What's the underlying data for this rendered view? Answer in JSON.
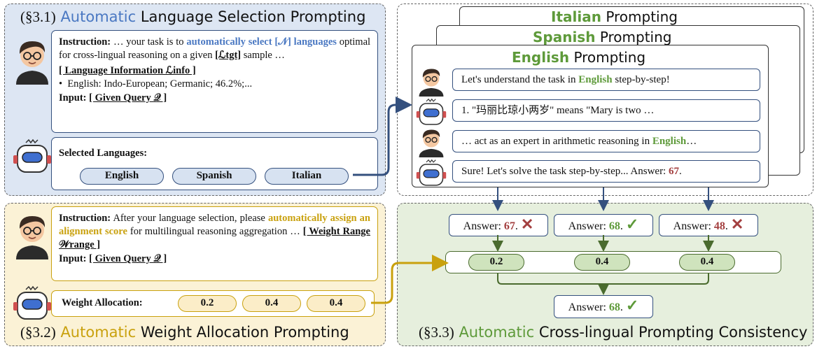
{
  "panel1": {
    "title_sec": "(§3.1)",
    "title_auto": "Automatic",
    "title_rest": "Language Selection Prompting",
    "instr_label": "Instruction:",
    "instr_t1": "… your task is to",
    "instr_hl": "automatically select [𝒩] languages",
    "instr_t2": "optimal for cross-lingual reasoning on a given",
    "instr_tgt": "[ℒtgt]",
    "instr_t3": "sample …",
    "lang_info": "[ Language Information ℒinfo ]",
    "bullet": "English: Indo-European; Germanic; 46.2%;...",
    "input_label": "Input:",
    "input_value": "[ Given Query 𝒬 ]",
    "selected_label": "Selected Languages:",
    "languages": [
      "English",
      "Spanish",
      "Italian"
    ]
  },
  "panel2": {
    "title_sec": "(§3.2)",
    "title_auto": "Automatic",
    "title_rest": "Weight Allocation Prompting",
    "instr_label": "Instruction:",
    "instr_t1": "After your language selection, please",
    "instr_hl": "automatically assign an alignment score",
    "instr_t2": "for multilingual reasoning aggregation …",
    "weight_range": "[ Weight Range 𝒲range ]",
    "input_label": "Input:",
    "input_value": "[ Given Query 𝒬 ]",
    "alloc_label": "Weight Allocation:",
    "weights": [
      "0.2",
      "0.4",
      "0.4"
    ]
  },
  "panel3": {
    "stack_titles": [
      {
        "lang": "Italian",
        "word": "Prompting"
      },
      {
        "lang": "Spanish",
        "word": "Prompting"
      },
      {
        "lang": "English",
        "word": "Prompting"
      }
    ],
    "msg1_a": "Let's understand the task in",
    "msg1_lang": "English",
    "msg1_b": "step-by-step!",
    "msg2": "1.  \"玛丽比琼小两岁\" means \"Mary is two …",
    "msg3_a": "… act as an expert in arithmetic reasoning in",
    "msg3_lang": "English",
    "msg3_b": "…",
    "msg4_a": "Sure! Let's solve the task step-by-step... Answer:",
    "msg4_val": "67",
    "msg4_b": "."
  },
  "panel4": {
    "title_sec": "(§3.3)",
    "title_auto": "Automatic",
    "title_rest": "Cross-lingual Prompting Consistency",
    "answers": [
      {
        "label": "Answer:",
        "value": "67",
        "mark": "✕"
      },
      {
        "label": "Answer:",
        "value": "68",
        "mark": "✓"
      },
      {
        "label": "Answer:",
        "value": "48",
        "mark": "✕"
      }
    ],
    "weights": [
      "0.2",
      "0.4",
      "0.4"
    ],
    "final_label": "Answer:",
    "final_value": "68",
    "final_mark": "✓"
  },
  "colors": {
    "blue": "#4a78c2",
    "gold": "#c9a10e",
    "green": "#5e9a3a",
    "red": "#a33f3f"
  }
}
